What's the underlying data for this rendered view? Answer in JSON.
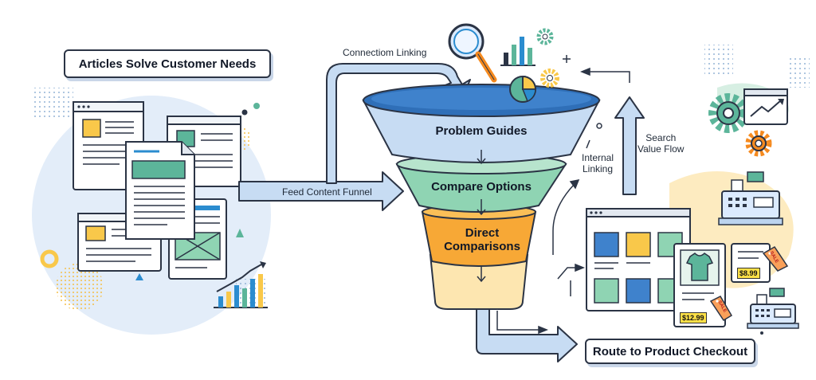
{
  "title": "Articles Solve Customer Needs",
  "labels": {
    "connection_linking": "Connectiom Linking",
    "feed_content_funnel": "Feed Content Funnel",
    "internal_linking": "Internal\nLinking",
    "search_value_flow": "Search\nValue Flow",
    "route_checkout": "Route to Product Checkout"
  },
  "funnel_stages": [
    "Problem Guides",
    "Compare Options",
    "Direct\nComparisons"
  ],
  "prices": {
    "small_tag": "$8.99",
    "large_tag": "$12.99",
    "sale": "SALE"
  },
  "colors": {
    "outline": "#2b3445",
    "funnel_blue": "#c7dcf3",
    "funnel_green": "#8fd4b3",
    "funnel_orange": "#f7a836",
    "funnel_cream": "#fde6b0",
    "arrow_blue": "#c7dcf3",
    "circle_bg": "#e3edf9",
    "accent_yellow": "#f9c84a",
    "accent_teal": "#5cb59a"
  },
  "icons": [
    "magnifier-icon",
    "bar-chart-icon",
    "pie-chart-icon",
    "gear-icon",
    "cash-register-icon",
    "tshirt-icon",
    "price-tag-icon",
    "trend-chart-icon",
    "document-icon"
  ]
}
